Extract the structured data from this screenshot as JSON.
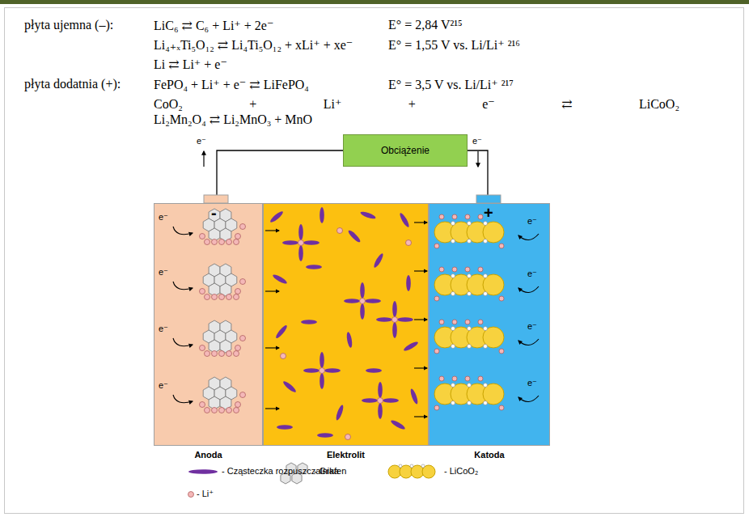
{
  "diagram": {
    "nodes": [
      {
        "text": [
          "Obciążenie"
        ]
      },
      {
        "text": [
          "Anoda"
        ]
      },
      {
        "text": [
          "Elektrolit"
        ]
      },
      {
        "text": [
          "Katoda"
        ]
      }
    ],
    "edges": [
      {
        "from": 1,
        "to": 0,
        "arrow": "none"
      },
      {
        "from": 0,
        "to": 3,
        "arrow": "none"
      }
    ],
    "labels": [
      "płyta ujemna (–):",
      "LiC₆ ⇄ C₆ + Li⁺ + 2e⁻",
      "E° = 2,84 V²¹⁵",
      "Li₄₊ₓTi₅O₁₂ ⇄ Li₄Ti₅O₁₂ + xLi⁺ + xe⁻",
      "E° = 1,55 V vs. Li/Li⁺ ²¹⁶",
      "Li ⇄ Li⁺ + e⁻",
      "płyta dodatnia (+):",
      "FePO₄ + Li⁺ + e⁻ ⇄ LiFePO₄",
      "E° = 3,5 V vs. Li/Li⁺ ²¹⁷",
      "CoO₂ + Li⁺ + e⁻ ⇄ LiCoO₂",
      "Li₂Mn₂O₄ ⇄ Li₂MnO₃ + MnO",
      "e⁻",
      "e⁻",
      "-",
      "+",
      "e⁻",
      "e⁻",
      "e⁻",
      "e⁻",
      "e⁻",
      "e⁻",
      "e⁻",
      "e⁻"
    ],
    "legend": [
      {
        "text": "- Cząsteczka rozpuszczalnika"
      },
      {
        "text": "- Grafen"
      },
      {
        "text": "- LiCoO₂"
      },
      {
        "text": "- Li⁺"
      }
    ]
  }
}
